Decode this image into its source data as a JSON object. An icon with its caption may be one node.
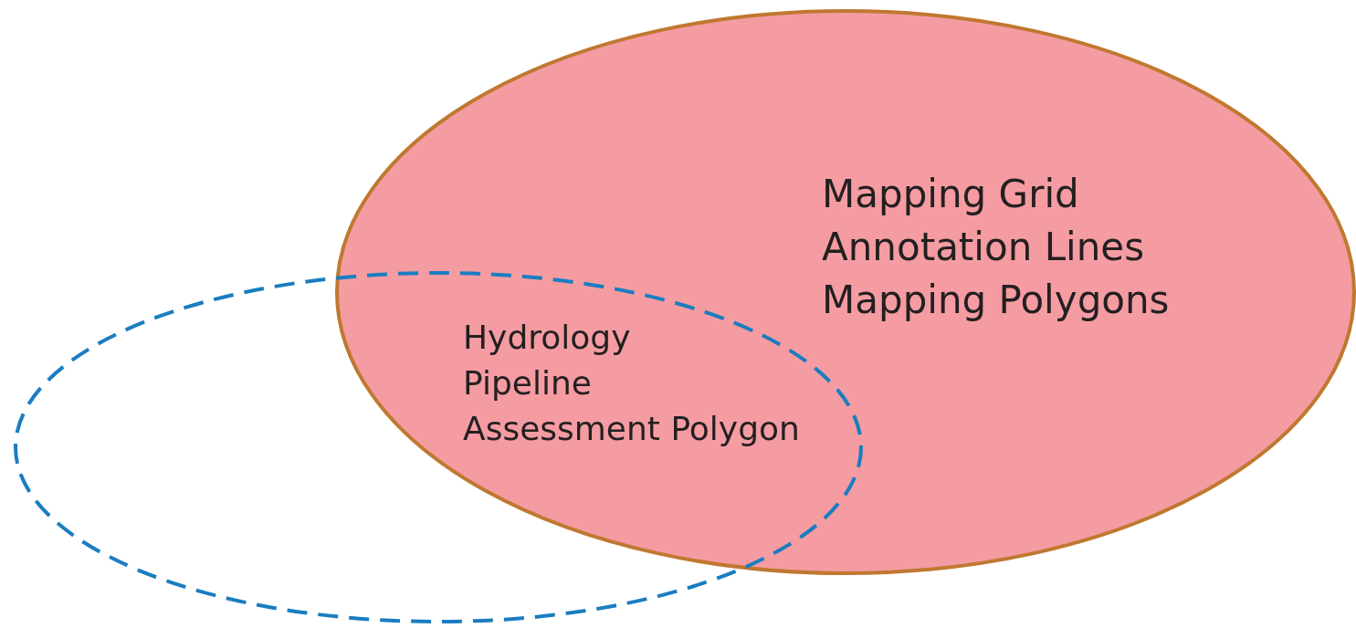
{
  "diagram": {
    "nodes": [
      {
        "text": [
          "Mapping Grid",
          "Annotation Lines",
          "Mapping Polygons"
        ]
      },
      {
        "text": [
          "Hydrology",
          "Pipeline",
          "Assessment Polygon"
        ]
      }
    ]
  }
}
